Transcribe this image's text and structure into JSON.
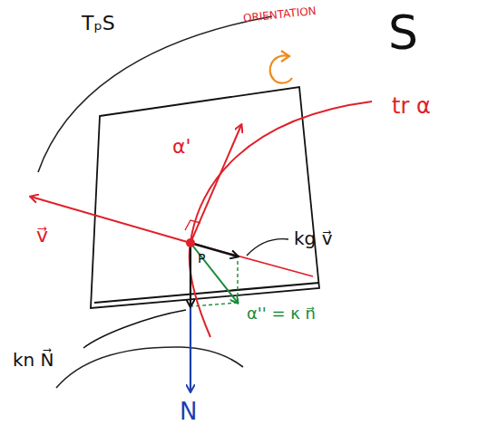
{
  "diagram": {
    "labels": [
      "TₚS",
      "ORIENTATION",
      "S",
      "tr α",
      "α'",
      "v⃗",
      "P",
      "kg v⃗",
      "α'' = κ n⃗",
      "kn N⃗",
      "N"
    ]
  }
}
